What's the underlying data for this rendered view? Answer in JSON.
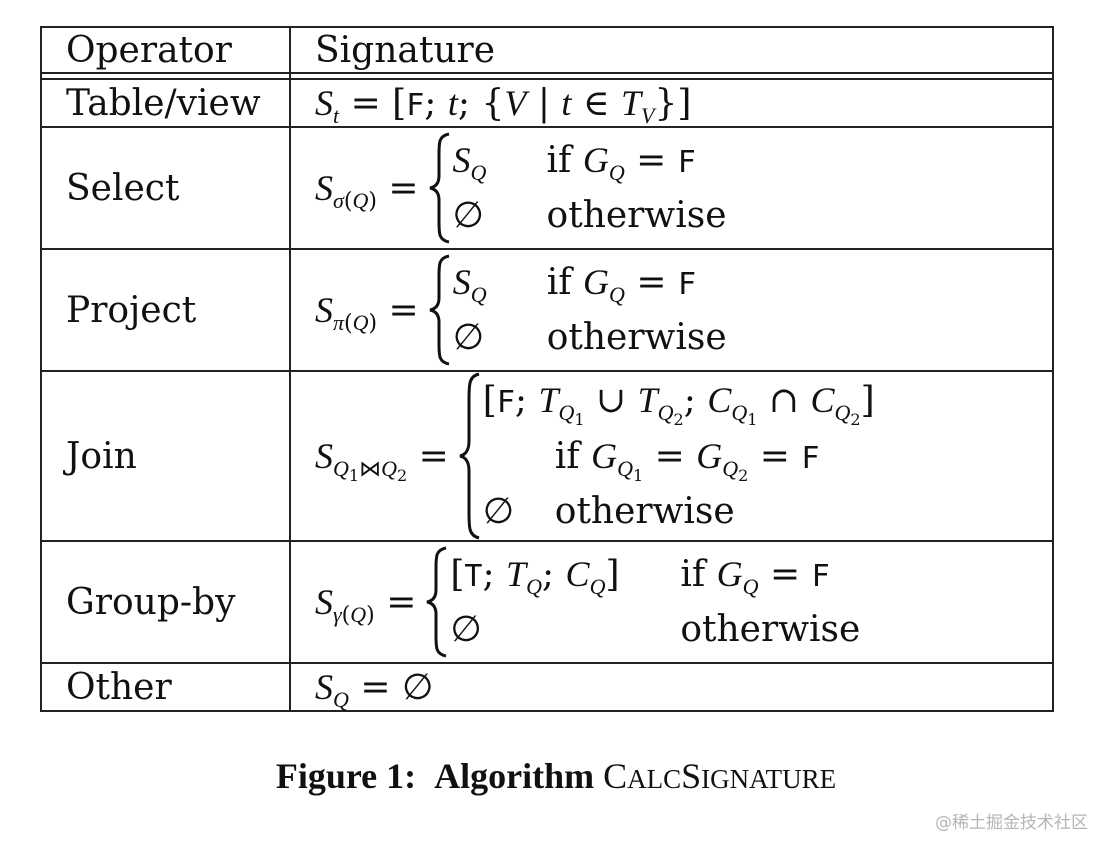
{
  "header": {
    "operator": "Operator",
    "signature": "Signature"
  },
  "rows": [
    {
      "operator": "Table/view"
    },
    {
      "operator": "Select",
      "otherwise": "otherwise",
      "if": "if"
    },
    {
      "operator": "Project",
      "otherwise": "otherwise",
      "if": "if"
    },
    {
      "operator": "Join",
      "otherwise": "otherwise",
      "if": "if"
    },
    {
      "operator": "Group-by",
      "otherwise": "otherwise",
      "if": "if"
    },
    {
      "operator": "Other"
    }
  ],
  "caption": {
    "label": "Figure 1:",
    "title": "Algorithm",
    "name": "CalcSignature"
  },
  "watermark": "@稀土掘金技术社区"
}
